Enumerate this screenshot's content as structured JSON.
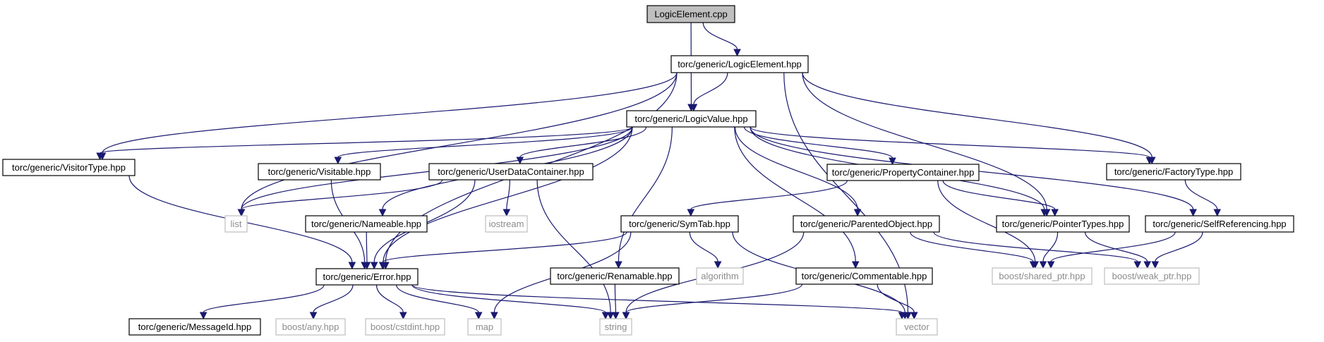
{
  "colors": {
    "edge": "#191970",
    "root_fill": "#bfbfbf",
    "node_border": "#000000",
    "external_border": "#bfbfbf",
    "external_text": "#8c8c8c"
  },
  "nodes": [
    {
      "id": "logic_element_cpp",
      "label": "LogicElement.cpp",
      "kind": "root"
    },
    {
      "id": "logic_element_hpp",
      "label": "torc/generic/LogicElement.hpp",
      "kind": "main"
    },
    {
      "id": "logic_value_hpp",
      "label": "torc/generic/LogicValue.hpp",
      "kind": "main"
    },
    {
      "id": "visitor_type_hpp",
      "label": "torc/generic/VisitorType.hpp",
      "kind": "main"
    },
    {
      "id": "visitable_hpp",
      "label": "torc/generic/Visitable.hpp",
      "kind": "main"
    },
    {
      "id": "user_data_container_hpp",
      "label": "torc/generic/UserDataContainer.hpp",
      "kind": "main"
    },
    {
      "id": "property_container_hpp",
      "label": "torc/generic/PropertyContainer.hpp",
      "kind": "main"
    },
    {
      "id": "factory_type_hpp",
      "label": "torc/generic/FactoryType.hpp",
      "kind": "main"
    },
    {
      "id": "list",
      "label": "list",
      "kind": "external"
    },
    {
      "id": "nameable_hpp",
      "label": "torc/generic/Nameable.hpp",
      "kind": "main"
    },
    {
      "id": "iostream",
      "label": "iostream",
      "kind": "external"
    },
    {
      "id": "sym_tab_hpp",
      "label": "torc/generic/SymTab.hpp",
      "kind": "main"
    },
    {
      "id": "parented_object_hpp",
      "label": "torc/generic/ParentedObject.hpp",
      "kind": "main"
    },
    {
      "id": "pointer_types_hpp",
      "label": "torc/generic/PointerTypes.hpp",
      "kind": "main"
    },
    {
      "id": "self_referencing_hpp",
      "label": "torc/generic/SelfReferencing.hpp",
      "kind": "main"
    },
    {
      "id": "error_hpp",
      "label": "torc/generic/Error.hpp",
      "kind": "main"
    },
    {
      "id": "renamable_hpp",
      "label": "torc/generic/Renamable.hpp",
      "kind": "main"
    },
    {
      "id": "algorithm",
      "label": "algorithm",
      "kind": "external"
    },
    {
      "id": "commentable_hpp",
      "label": "torc/generic/Commentable.hpp",
      "kind": "main"
    },
    {
      "id": "boost_shared_ptr_hpp",
      "label": "boost/shared_ptr.hpp",
      "kind": "external"
    },
    {
      "id": "boost_weak_ptr_hpp",
      "label": "boost/weak_ptr.hpp",
      "kind": "external"
    },
    {
      "id": "message_id_hpp",
      "label": "torc/generic/MessageId.hpp",
      "kind": "main"
    },
    {
      "id": "boost_any_hpp",
      "label": "boost/any.hpp",
      "kind": "external"
    },
    {
      "id": "boost_cstdint_hpp",
      "label": "boost/cstdint.hpp",
      "kind": "external"
    },
    {
      "id": "map",
      "label": "map",
      "kind": "external"
    },
    {
      "id": "string",
      "label": "string",
      "kind": "external"
    },
    {
      "id": "vector",
      "label": "vector",
      "kind": "external"
    }
  ],
  "edges": [
    [
      "logic_element_cpp",
      "logic_element_hpp"
    ],
    [
      "logic_element_cpp",
      "logic_value_hpp"
    ],
    [
      "logic_element_hpp",
      "logic_value_hpp"
    ],
    [
      "logic_element_hpp",
      "visitor_type_hpp"
    ],
    [
      "logic_element_hpp",
      "list"
    ],
    [
      "logic_element_hpp",
      "error_hpp"
    ],
    [
      "logic_element_hpp",
      "pointer_types_hpp"
    ],
    [
      "logic_element_hpp",
      "factory_type_hpp"
    ],
    [
      "logic_element_hpp",
      "vector"
    ],
    [
      "logic_value_hpp",
      "visitor_type_hpp"
    ],
    [
      "logic_value_hpp",
      "visitable_hpp"
    ],
    [
      "logic_value_hpp",
      "list"
    ],
    [
      "logic_value_hpp",
      "error_hpp"
    ],
    [
      "logic_value_hpp",
      "user_data_container_hpp"
    ],
    [
      "logic_value_hpp",
      "nameable_hpp"
    ],
    [
      "logic_value_hpp",
      "renamable_hpp"
    ],
    [
      "logic_value_hpp",
      "commentable_hpp"
    ],
    [
      "logic_value_hpp",
      "parented_object_hpp"
    ],
    [
      "logic_value_hpp",
      "property_container_hpp"
    ],
    [
      "logic_value_hpp",
      "pointer_types_hpp"
    ],
    [
      "logic_value_hpp",
      "factory_type_hpp"
    ],
    [
      "logic_value_hpp",
      "self_referencing_hpp"
    ],
    [
      "visitor_type_hpp",
      "error_hpp"
    ],
    [
      "visitable_hpp",
      "error_hpp"
    ],
    [
      "user_data_container_hpp",
      "list"
    ],
    [
      "user_data_container_hpp",
      "iostream"
    ],
    [
      "user_data_container_hpp",
      "error_hpp"
    ],
    [
      "user_data_container_hpp",
      "string"
    ],
    [
      "nameable_hpp",
      "error_hpp"
    ],
    [
      "property_container_hpp",
      "sym_tab_hpp"
    ],
    [
      "property_container_hpp",
      "pointer_types_hpp"
    ],
    [
      "property_container_hpp",
      "boost_shared_ptr_hpp"
    ],
    [
      "factory_type_hpp",
      "self_referencing_hpp"
    ],
    [
      "sym_tab_hpp",
      "error_hpp"
    ],
    [
      "sym_tab_hpp",
      "algorithm"
    ],
    [
      "sym_tab_hpp",
      "map"
    ],
    [
      "sym_tab_hpp",
      "vector"
    ],
    [
      "parented_object_hpp",
      "string"
    ],
    [
      "parented_object_hpp",
      "boost_shared_ptr_hpp"
    ],
    [
      "parented_object_hpp",
      "boost_weak_ptr_hpp"
    ],
    [
      "pointer_types_hpp",
      "boost_shared_ptr_hpp"
    ],
    [
      "pointer_types_hpp",
      "boost_weak_ptr_hpp"
    ],
    [
      "self_referencing_hpp",
      "boost_shared_ptr_hpp"
    ],
    [
      "self_referencing_hpp",
      "boost_weak_ptr_hpp"
    ],
    [
      "error_hpp",
      "message_id_hpp"
    ],
    [
      "error_hpp",
      "boost_any_hpp"
    ],
    [
      "error_hpp",
      "boost_cstdint_hpp"
    ],
    [
      "error_hpp",
      "map"
    ],
    [
      "error_hpp",
      "string"
    ],
    [
      "error_hpp",
      "vector"
    ],
    [
      "renamable_hpp",
      "string"
    ],
    [
      "commentable_hpp",
      "string"
    ],
    [
      "commentable_hpp",
      "vector"
    ]
  ]
}
